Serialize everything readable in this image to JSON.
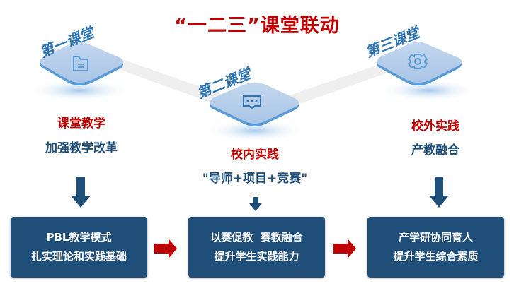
{
  "title": "“一二三”课堂联动",
  "colors": {
    "accent_red": "#c00000",
    "dark_blue": "#1f4e79",
    "tile_blue": "#b4cce8",
    "tile_edge": "#5b9bd5",
    "label_blue": "#2e75b6"
  },
  "stages": [
    {
      "tile_label": "第一课堂",
      "icon": "folder-icon",
      "heading": "课堂教学",
      "subheading": "加强教学改革",
      "box_lines": [
        "PBL教学模式",
        "扎实理论和实践基础"
      ]
    },
    {
      "tile_label": "第二课堂",
      "icon": "chat-bubble-icon",
      "heading": "校内实践",
      "subheading": "\"导师+项目+竞赛\"",
      "box_lines": [
        "以赛促教  赛教融合",
        "提升学生实践能力"
      ]
    },
    {
      "tile_label": "第三课堂",
      "icon": "gear-icon",
      "heading": "校外实践",
      "subheading": "产教融合",
      "box_lines": [
        "产学研协同育人",
        "提升学生综合素质"
      ]
    }
  ]
}
